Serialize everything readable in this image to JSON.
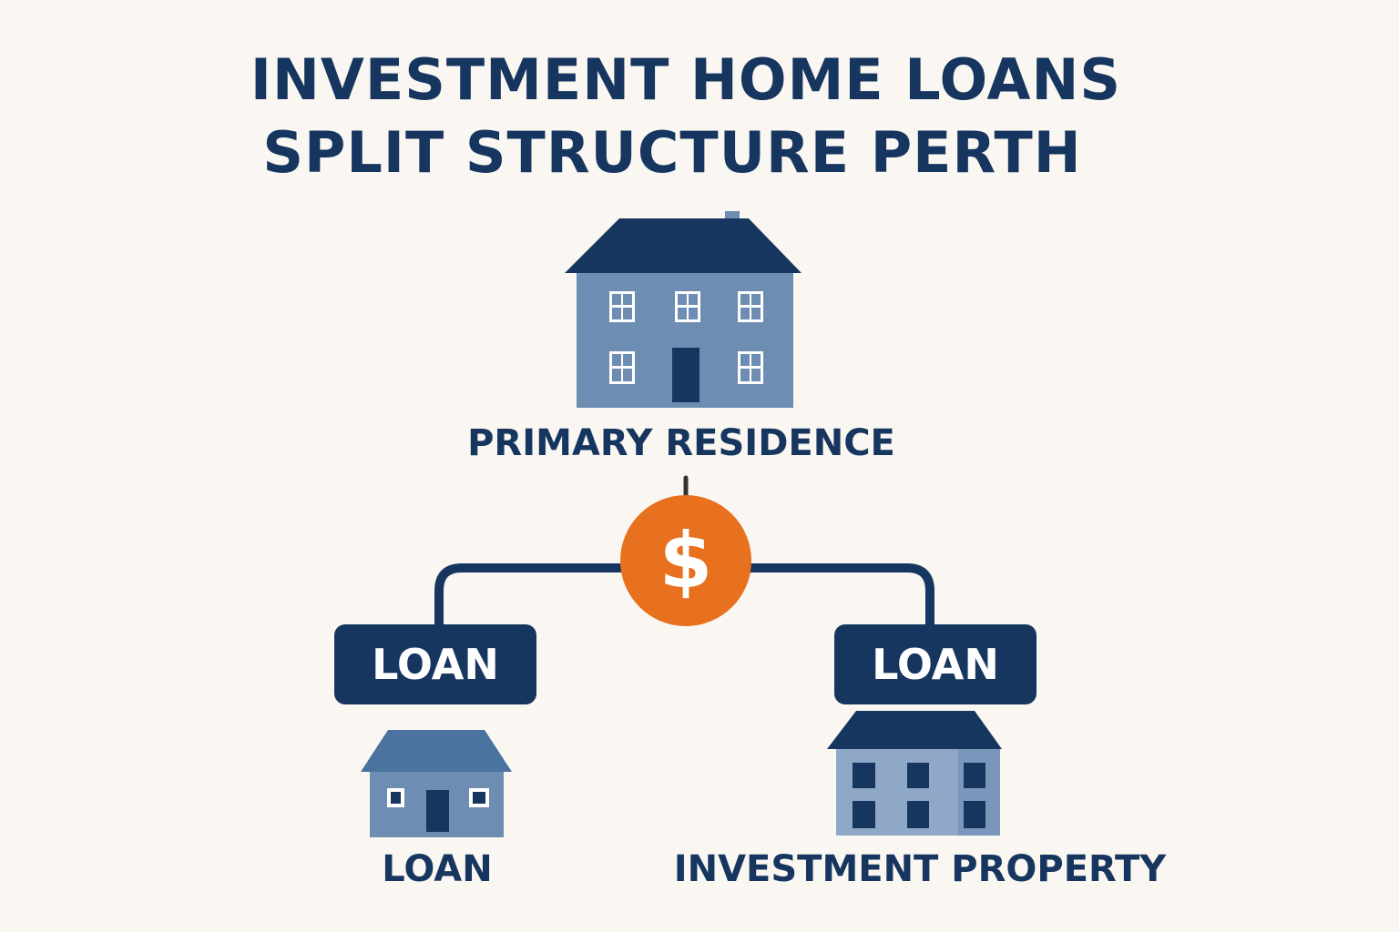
{
  "title": {
    "line1": "INVESTMENT HOME LOANS",
    "line2": "SPLIT STRUCTURE PERTH"
  },
  "primary_residence": {
    "label": "PRIMARY RESIDENCE",
    "icon": "large-house-icon"
  },
  "center_node": {
    "symbol": "$",
    "icon": "dollar-coin-icon"
  },
  "left_branch": {
    "box_label": "LOAN",
    "house_label": "LOAN",
    "icon": "small-house-icon"
  },
  "right_branch": {
    "box_label": "LOAN",
    "house_label": "INVESTMENT PROPERTY",
    "icon": "investment-house-icon"
  },
  "colors": {
    "background": "#faf7f2",
    "navy": "#17365f",
    "house_blue": "#6d8db3",
    "accent_orange": "#e8711f"
  }
}
